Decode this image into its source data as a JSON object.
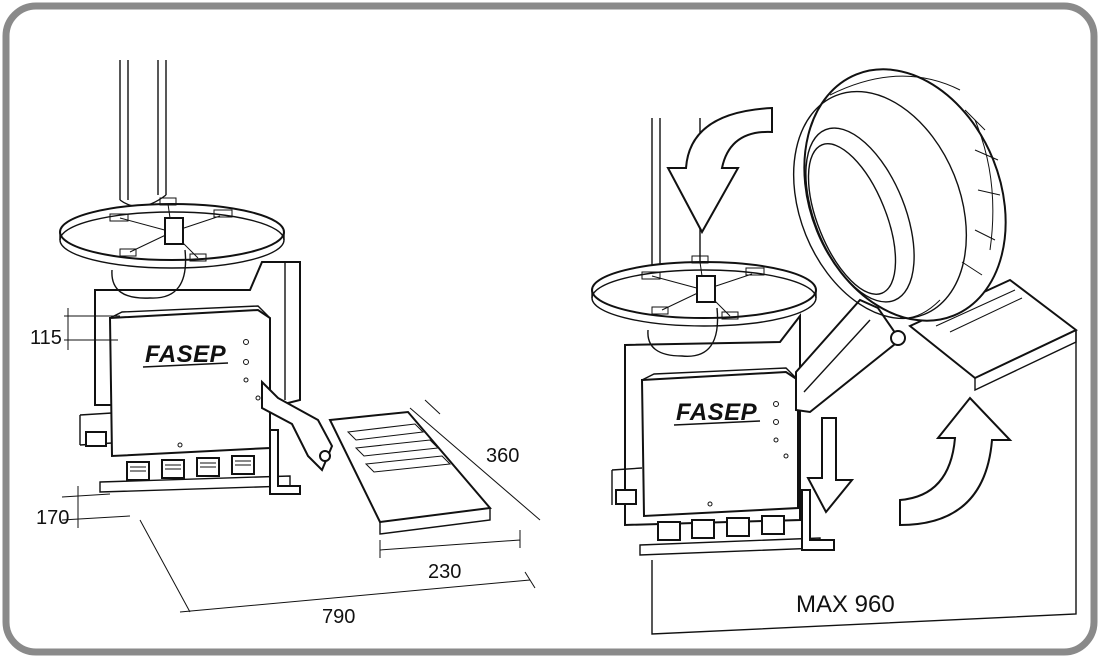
{
  "dimensions": {
    "d115": "115",
    "d170": "170",
    "d360": "360",
    "d230": "230",
    "d790": "790"
  },
  "right": {
    "max_label": "MAX 960"
  },
  "brand": {
    "logo_left": "FASEP",
    "logo_right": "FASEP"
  },
  "colors": {
    "frame_border": "#8a8a8a",
    "line": "#111111"
  }
}
